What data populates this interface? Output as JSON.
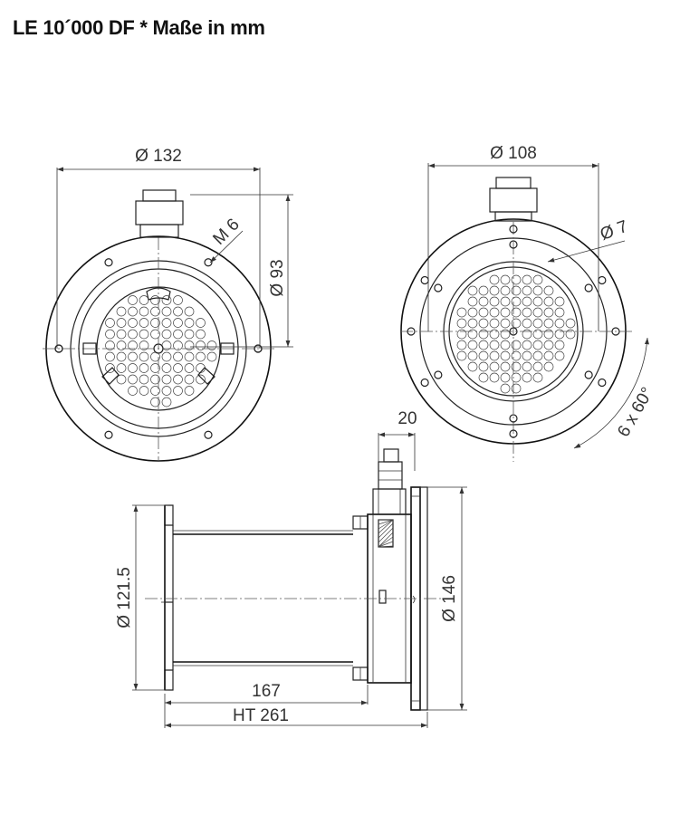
{
  "title": "LE 10´000 DF * Maße in mm",
  "dimensions": {
    "front_outer_diameter": "Ø 132",
    "front_inner_diameter": "Ø 93",
    "thread": "M 6",
    "rear_diameter": "Ø 108",
    "hole_diameter": "Ø 7",
    "hole_pattern": "6 x 60°",
    "cable_gland_width": "20",
    "body_diameter": "Ø 121.5",
    "flange_diameter": "Ø 146",
    "body_length": "167",
    "total_length": "HT 261"
  }
}
